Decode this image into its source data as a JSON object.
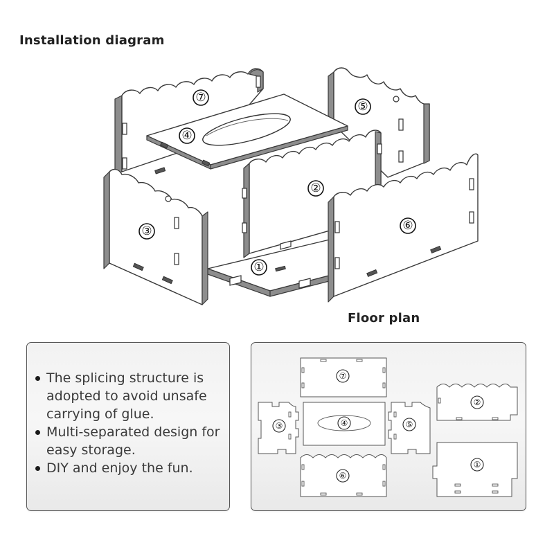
{
  "installation_title": "Installation diagram",
  "floor_plan_title": "Floor plan",
  "features": [
    "The splicing structure is adopted to avoid unsafe carrying of glue.",
    "Multi-separated design for easy storage.",
    "DIY and enjoy the fun."
  ],
  "installation_parts": [
    "①",
    "②",
    "③",
    "④",
    "⑤",
    "⑥",
    "⑦"
  ],
  "floor_plan_parts": [
    "①",
    "②",
    "③",
    "④",
    "⑤",
    "⑥",
    "⑦"
  ]
}
